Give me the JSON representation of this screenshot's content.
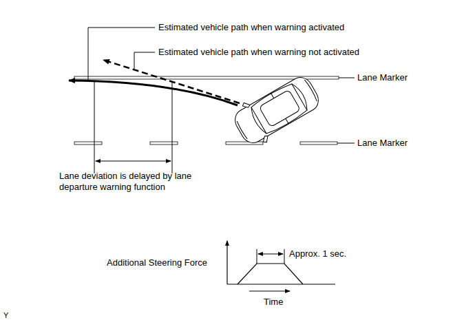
{
  "diagram": {
    "labels": [
      "Estimated vehicle path when warning activated",
      "Estimated vehicle path when warning not activated",
      "Lane Marker",
      "Lane Marker",
      "Lane deviation is delayed by lane departure warning function",
      "Additional Steering Force",
      "Approx. 1 sec.",
      "Time",
      "Y"
    ]
  }
}
